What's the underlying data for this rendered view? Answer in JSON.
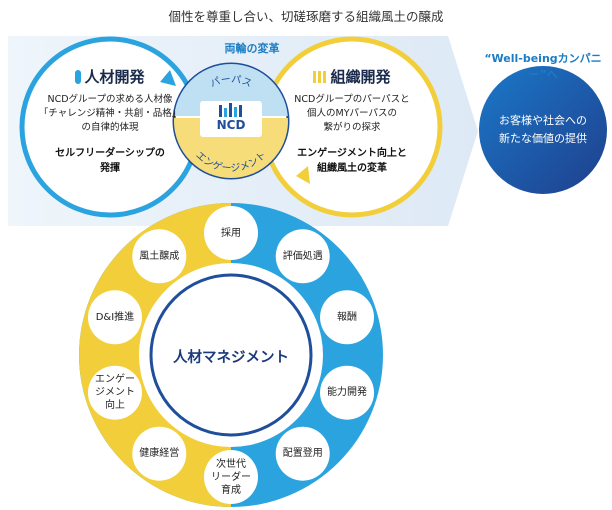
{
  "top_caption": "個性を尊重し合い、切磋琢磨する組織風土の醸成",
  "band_label": "両輪の変革",
  "left_panel": {
    "heading": "人材開発",
    "desc": [
      "NCDグループの求める人材像",
      "「チャレンジ精神・共創・品格」",
      "の自律的体現"
    ],
    "bold": [
      "セルフリーダーシップの",
      "発揮"
    ]
  },
  "right_panel": {
    "heading": "組織開発",
    "desc": [
      "NCDグループのパーパスと",
      "個人のMYパーパスの",
      "繋がりの探求"
    ],
    "bold": [
      "エンゲージメント向上と",
      "組織風土の変革"
    ]
  },
  "logo": {
    "top_arc": "パーパス",
    "bottom_arc": "エンゲージメント",
    "brand": "NCD"
  },
  "well_being": "“Well-beingカンパニー”へ",
  "goal_circle": [
    "お客様や社会への",
    "新たな価値の提供"
  ],
  "hub": "人材マネジメント",
  "ring_nodes": [
    [
      "採用"
    ],
    [
      "評価処遇"
    ],
    [
      "報酬"
    ],
    [
      "能力開発"
    ],
    [
      "配置登用"
    ],
    [
      "次世代",
      "リーダー",
      "育成"
    ],
    [
      "健康経営"
    ],
    [
      "エンゲー",
      "ジメント",
      "向上"
    ],
    [
      "D&I推進"
    ],
    [
      "風土醸成"
    ]
  ],
  "colors": {
    "blue": "#2ba3de",
    "yellow": "#f2cf3a",
    "navy": "#1f4e9a",
    "band": "#e8f1f9"
  }
}
